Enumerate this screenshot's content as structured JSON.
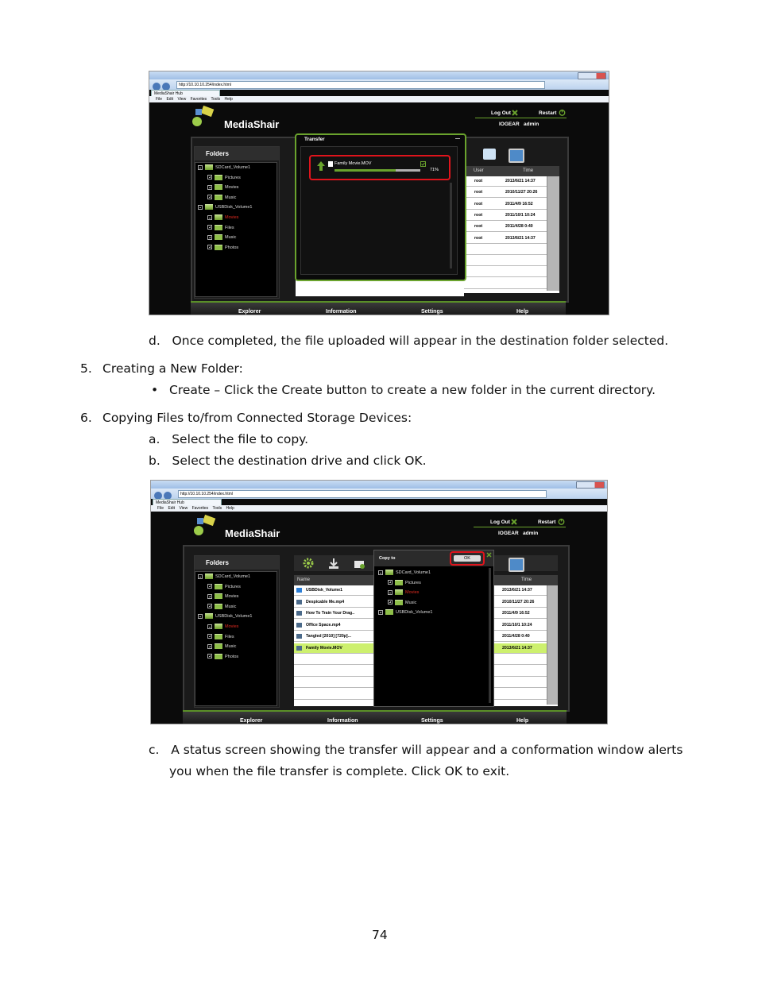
{
  "shot1": {
    "address": "http://10.10.10.254/index.html",
    "tab_title": "MediaShair Hub",
    "menu": "File  Edit  View  Favorites  Tools  Help",
    "logo_text": "MediaShair",
    "logout_label": "Log Out",
    "restart_label": "Restart",
    "user_line": "IOGEAR   admin",
    "folders_title": "Folders",
    "tree": [
      {
        "label": "SDCard_Volume1",
        "level": 0,
        "open": true,
        "red": false
      },
      {
        "label": "Pictures",
        "level": 1,
        "open": false,
        "red": false
      },
      {
        "label": "Movies",
        "level": 1,
        "open": false,
        "red": false
      },
      {
        "label": "Music",
        "level": 1,
        "open": false,
        "red": false
      },
      {
        "label": "USBDisk_Volume1",
        "level": 0,
        "open": true,
        "red": false
      },
      {
        "label": "Movies",
        "level": 1,
        "open": true,
        "red": true
      },
      {
        "label": "Files",
        "level": 1,
        "open": false,
        "red": false
      },
      {
        "label": "Music",
        "level": 1,
        "open": false,
        "red": false
      },
      {
        "label": "Photos",
        "level": 1,
        "open": false,
        "red": false
      }
    ],
    "transfer_title": "Transfer",
    "transfer_file": "Family Movie.MOV",
    "transfer_percent_label": "71%",
    "transfer_progress": 0.71,
    "table_headers": {
      "user": "User",
      "time": "Time"
    },
    "rows": [
      {
        "user": "root",
        "time": "2013/6/21 14:37"
      },
      {
        "user": "root",
        "time": "2010/11/27 20:26"
      },
      {
        "user": "root",
        "time": "2011/4/9 16:52"
      },
      {
        "user": "root",
        "time": "2011/10/1 10:24"
      },
      {
        "user": "root",
        "time": "2011/4/28 0:40"
      },
      {
        "user": "root",
        "time": "2013/6/21 14:37"
      }
    ],
    "nav": [
      "Explorer",
      "Information",
      "Settings",
      "Help"
    ]
  },
  "text": {
    "step_d": "d.   Once completed, the file uploaded will appear in the destination folder selected.",
    "step_5_num": "5.",
    "step_5": "Creating a New Folder:",
    "bullet_create": "Create – Click the Create button to create a new folder in the current directory.",
    "step_6_num": "6.",
    "step_6": "Copying Files to/from Connected Storage Devices:",
    "step_a": "a.   Select the file to copy.",
    "step_b": "b.   Select the destination drive and click OK.",
    "step_c_l1": "c.   A status screen showing the transfer will appear and a conformation window alerts",
    "step_c_l2": "you when the file transfer is complete. Click OK to exit.",
    "page_number": "74"
  },
  "shot2": {
    "address": "http://10.10.10.254/index.html",
    "tab_title": "MediaShair Hub",
    "menu": "File  Edit  View  Favorites  Tools  Help",
    "logo_text": "MediaShair",
    "logout_label": "Log Out",
    "restart_label": "Restart",
    "user_line": "IOGEAR   admin",
    "folders_title": "Folders",
    "tree": [
      {
        "label": "SDCard_Volume1",
        "level": 0,
        "open": true,
        "red": false
      },
      {
        "label": "Pictures",
        "level": 1,
        "open": false,
        "red": false
      },
      {
        "label": "Movies",
        "level": 1,
        "open": false,
        "red": false
      },
      {
        "label": "Music",
        "level": 1,
        "open": false,
        "red": false
      },
      {
        "label": "USBDisk_Volume1",
        "level": 0,
        "open": true,
        "red": false
      },
      {
        "label": "Movies",
        "level": 1,
        "open": true,
        "red": true
      },
      {
        "label": "Files",
        "level": 1,
        "open": false,
        "red": false
      },
      {
        "label": "Music",
        "level": 1,
        "open": false,
        "red": false
      },
      {
        "label": "Photos",
        "level": 1,
        "open": false,
        "red": false
      }
    ],
    "table_headers": {
      "name": "Name",
      "time": "Time"
    },
    "files": [
      {
        "name": "USBDisk_Volume1",
        "time": "2013/6/21 14:37",
        "hl": false
      },
      {
        "name": "Despicable Me.mp4",
        "time": "2010/11/27 20:26",
        "hl": false
      },
      {
        "name": "How To Train Your Drag..",
        "time": "2011/4/9 16:52",
        "hl": false
      },
      {
        "name": "Office Space.mp4",
        "time": "2011/10/1 10:24",
        "hl": false
      },
      {
        "name": "Tangled [2010] [720p]...",
        "time": "2011/4/28 0:40",
        "hl": false
      },
      {
        "name": "Family Movie.MOV",
        "time": "2013/6/21 14:37",
        "hl": true
      }
    ],
    "copy_to_title": "Copy to",
    "ok_label": "OK",
    "copy_tree": [
      {
        "label": "SDCard_Volume1",
        "level": 0,
        "open": true,
        "red": false
      },
      {
        "label": "Pictures",
        "level": 1,
        "open": false,
        "red": false
      },
      {
        "label": "Movies",
        "level": 1,
        "open": true,
        "red": true
      },
      {
        "label": "Music",
        "level": 1,
        "open": false,
        "red": false
      },
      {
        "label": "USBDisk_Volume1",
        "level": 0,
        "open": false,
        "red": false
      }
    ],
    "nav": [
      "Explorer",
      "Information",
      "Settings",
      "Help"
    ]
  }
}
